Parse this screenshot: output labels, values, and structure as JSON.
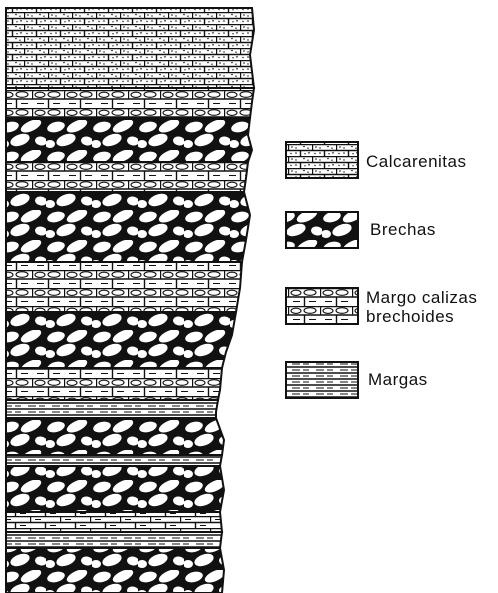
{
  "legend": {
    "items": [
      {
        "key": "calcarenitas",
        "label": "Calcarenitas",
        "pattern": "calcarenite-pattern"
      },
      {
        "key": "brechas",
        "label": "Brechas",
        "pattern": "breccia-pattern"
      },
      {
        "key": "margocalizas",
        "label": "Margo calizas",
        "label_line2": "brechoides",
        "pattern": "breccia-limestone-pattern"
      },
      {
        "key": "margas",
        "label": "Margas",
        "pattern": "marl-pattern"
      }
    ]
  },
  "column": {
    "units_top_to_bottom": [
      "calcarenitas",
      "margocalizas",
      "brechas",
      "margocalizas",
      "brechas",
      "margocalizas",
      "brechas",
      "margocalizas",
      "margas",
      "brechas",
      "margas",
      "brechas",
      "margocalizas",
      "margas",
      "brechas"
    ]
  },
  "colors": {
    "ink": "#111111",
    "paper": "#ffffff"
  }
}
